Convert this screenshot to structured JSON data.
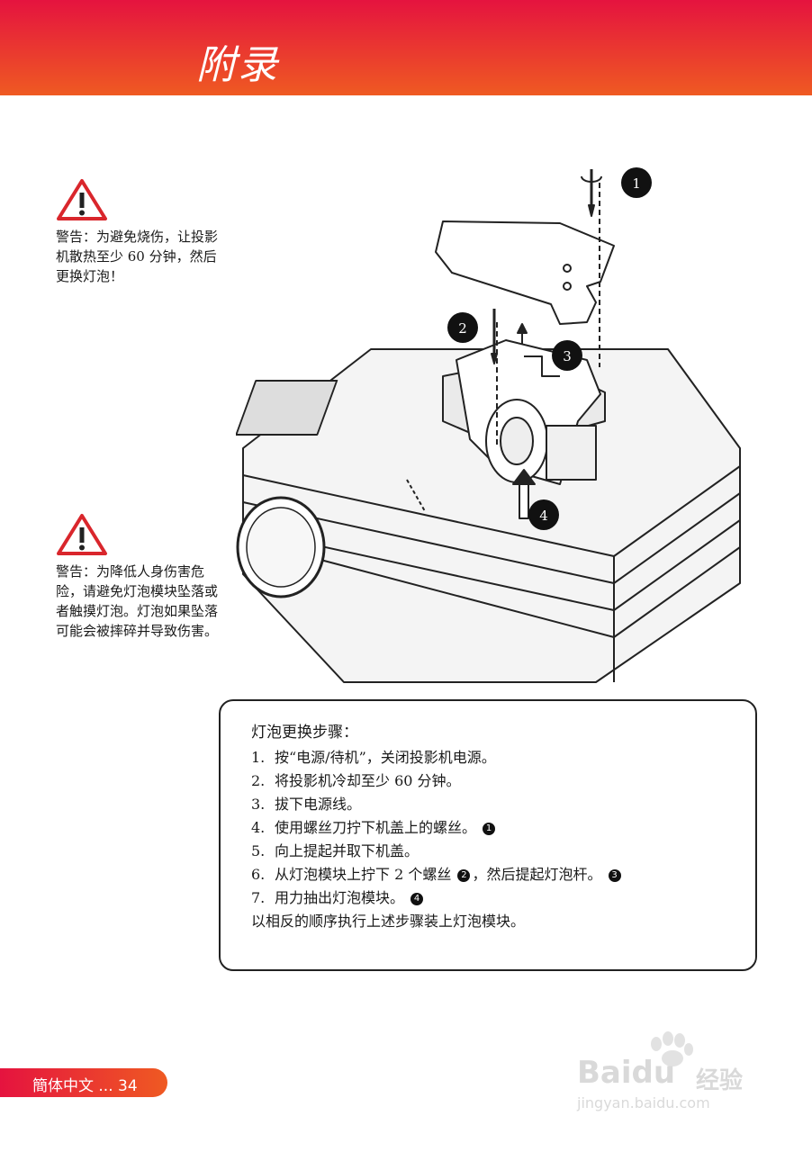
{
  "header": {
    "title": "附录"
  },
  "warnings": [
    {
      "text": "警告：为避免烧伤，让投影机散热至少 60 分钟，然后更换灯泡！"
    },
    {
      "text": "警告：为降低人身伤害危险，请避免灯泡模块坠落或者触摸灯泡。灯泡如果坠落可能会被摔碎并导致伤害。"
    }
  ],
  "figure": {
    "callouts": [
      "1",
      "2",
      "3",
      "4"
    ]
  },
  "steps": {
    "title": "灯泡更换步骤：",
    "items": [
      {
        "num": "1.",
        "text": "按“电源/待机”，关闭投影机电源。"
      },
      {
        "num": "2.",
        "text": "将投影机冷却至少 60 分钟。"
      },
      {
        "num": "3.",
        "text": "拔下电源线。"
      },
      {
        "num": "4.",
        "text": "使用螺丝刀拧下机盖上的螺丝。",
        "badge": "1"
      },
      {
        "num": "5.",
        "text": "向上提起并取下机盖。"
      },
      {
        "num": "6.",
        "text": "从灯泡模块上拧下 2 个螺丝",
        "badge": "2",
        "text2": "，然后提起灯泡杆。",
        "badge2": "3"
      },
      {
        "num": "7.",
        "text": "用力抽出灯泡模块。",
        "badge": "4"
      }
    ],
    "closing": "以相反的顺序执行上述步骤装上灯泡模块。"
  },
  "footer": {
    "label": "簡体中文 ... 34"
  },
  "watermark": {
    "brand": "Baidu",
    "brand2": "经验",
    "url": "jingyan.baidu.com"
  }
}
